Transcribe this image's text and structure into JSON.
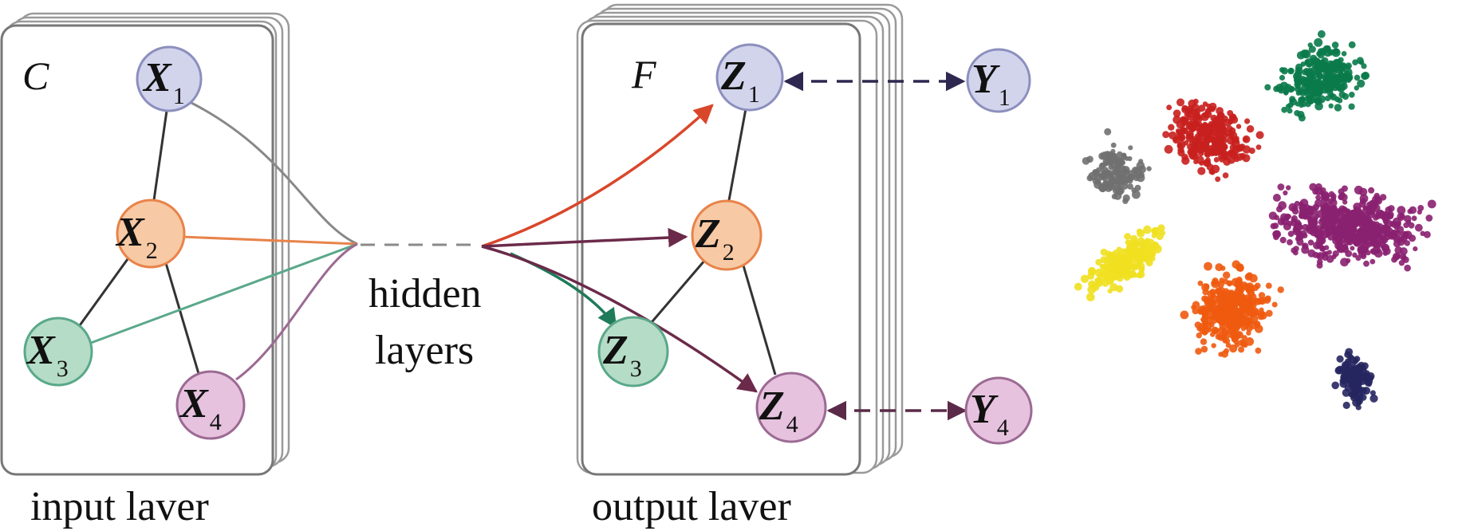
{
  "input_panel": {
    "card_letter": "C",
    "caption": "input laver",
    "nodes": [
      {
        "id": "X1",
        "letter": "X",
        "sub": "1",
        "color": "#d2d4ec"
      },
      {
        "id": "X2",
        "letter": "X",
        "sub": "2",
        "color": "#f7c9a4"
      },
      {
        "id": "X3",
        "letter": "X",
        "sub": "3",
        "color": "#b5dcc6"
      },
      {
        "id": "X4",
        "letter": "X",
        "sub": "4",
        "color": "#e6c2de"
      }
    ]
  },
  "hidden": {
    "line1": "hidden",
    "line2": "layers"
  },
  "output_panel": {
    "card_letter": "F",
    "caption": "output laver",
    "nodes": [
      {
        "id": "Z1",
        "letter": "Z",
        "sub": "1",
        "color": "#d2d4ec"
      },
      {
        "id": "Z2",
        "letter": "Z",
        "sub": "2",
        "color": "#f7c9a4"
      },
      {
        "id": "Z3",
        "letter": "Z",
        "sub": "3",
        "color": "#b5dcc6"
      },
      {
        "id": "Z4",
        "letter": "Z",
        "sub": "4",
        "color": "#e6c2de"
      }
    ]
  },
  "labels": [
    {
      "id": "Y1",
      "letter": "Y",
      "sub": "1",
      "color": "#d2d4ec"
    },
    {
      "id": "Y4",
      "letter": "Y",
      "sub": "4",
      "color": "#e6c2de"
    }
  ],
  "colors": {
    "edge_gray": "#888888",
    "edge_orange": "#e8834a",
    "edge_green": "#5aa88a",
    "edge_purple": "#9c6a93",
    "arrow_red": "#d9472b",
    "arrow_maroon": "#6b2a4a",
    "arrow_green": "#1f7a5a",
    "dash_navy": "#2e2850"
  },
  "scatter": {
    "clusters": [
      {
        "name": "green",
        "color": "#0a7a4a"
      },
      {
        "name": "red",
        "color": "#c8201e"
      },
      {
        "name": "gray",
        "color": "#707070"
      },
      {
        "name": "purple",
        "color": "#8a2070"
      },
      {
        "name": "yellow",
        "color": "#f0e020"
      },
      {
        "name": "orange",
        "color": "#ee5a10"
      },
      {
        "name": "navy",
        "color": "#262660"
      }
    ]
  }
}
